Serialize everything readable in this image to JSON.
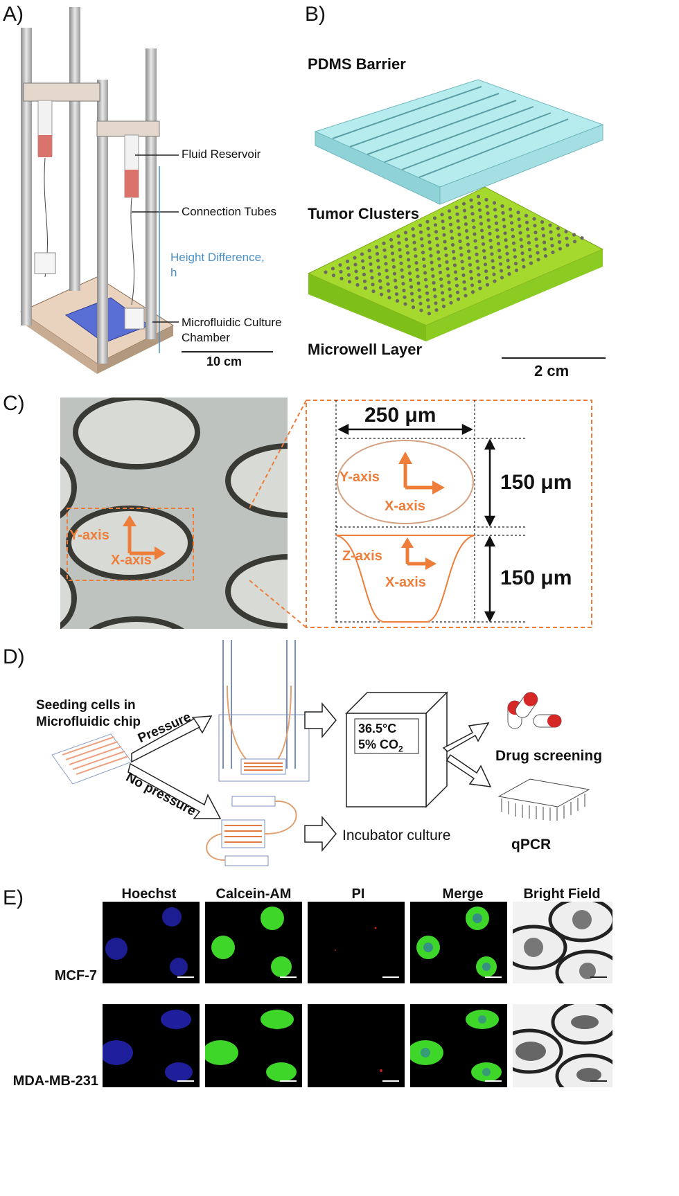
{
  "panels": {
    "a": {
      "letter": "A)",
      "labels": {
        "fluid_reservoir": "Fluid Reservoir",
        "connection_tubes": "Connection Tubes",
        "height_difference": "Height Difference,",
        "height_symbol": "h",
        "chamber_line1": "Microfluidic Culture",
        "chamber_line2": "Chamber"
      },
      "scale": "10 cm"
    },
    "b": {
      "letter": "B)",
      "labels": {
        "pdms": "PDMS Barrier",
        "tumor": "Tumor Clusters",
        "microwell": "Microwell Layer"
      },
      "scale": "2 cm"
    },
    "c": {
      "letter": "C)",
      "width": "250 μm",
      "height_top": "150 μm",
      "height_bottom": "150 μm",
      "y_axis": "Y-axis",
      "x_axis": "X-axis",
      "z_axis": "Z-axis"
    },
    "d": {
      "letter": "D)",
      "seeding_line1": "Seeding cells in",
      "seeding_line2": "Microfluidic chip",
      "pressure": "Pressure",
      "no_pressure": "No pressure",
      "temp": "36.5°C",
      "co2_prefix": "5% CO",
      "co2_sub": "2",
      "drug_screening": "Drug screening",
      "incubator": "Incubator culture",
      "qpcr": "qPCR"
    },
    "e": {
      "letter": "E)",
      "columns": [
        "Hoechst",
        "Calcein-AM",
        "PI",
        "Merge",
        "Bright Field"
      ],
      "rows": [
        "MCF-7",
        "MDA-MB-231"
      ]
    }
  },
  "colors": {
    "accent_orange": "#ee7d3a",
    "height_blue": "#4a90c8",
    "green_layer": "#9acd32",
    "pdms_cyan": "#9fe3e6"
  }
}
